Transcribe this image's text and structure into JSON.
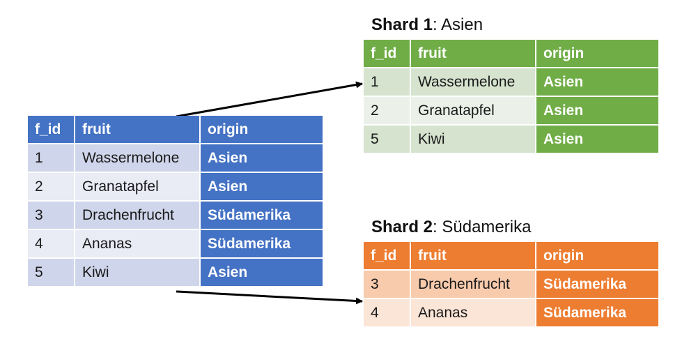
{
  "main_table": {
    "headers": [
      "f_id",
      "fruit",
      "origin"
    ],
    "rows": [
      [
        "1",
        "Wassermelone",
        "Asien"
      ],
      [
        "2",
        "Granatapfel",
        "Asien"
      ],
      [
        "3",
        "Drachenfrucht",
        "Südamerika"
      ],
      [
        "4",
        "Ananas",
        "Südamerika"
      ],
      [
        "5",
        "Kiwi",
        "Asien"
      ]
    ]
  },
  "shard1": {
    "title_bold": "Shard 1",
    "title_rest": ": Asien",
    "headers": [
      "f_id",
      "fruit",
      "origin"
    ],
    "rows": [
      [
        "1",
        "Wassermelone",
        "Asien"
      ],
      [
        "2",
        "Granatapfel",
        "Asien"
      ],
      [
        "5",
        "Kiwi",
        "Asien"
      ]
    ]
  },
  "shard2": {
    "title_bold": "Shard 2",
    "title_rest": ": Südamerika",
    "headers": [
      "f_id",
      "fruit",
      "origin"
    ],
    "rows": [
      [
        "3",
        "Drachenfrucht",
        "Südamerika"
      ],
      [
        "4",
        "Ananas",
        "Südamerika"
      ]
    ]
  },
  "colors": {
    "main": "#4472c4",
    "shard1": "#70ad47",
    "shard2": "#ed7d31"
  }
}
